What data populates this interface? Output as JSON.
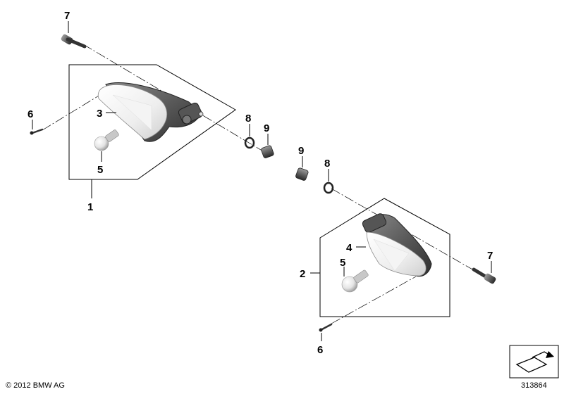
{
  "callouts": {
    "group_upper": "1",
    "group_lower": "2",
    "lens_upper": "3",
    "lens_lower": "4",
    "bulb_upper": "5",
    "bulb_lower": "5",
    "small_screw_upper": "6",
    "small_screw_lower": "6",
    "bolt_upper": "7",
    "bolt_lower": "7",
    "washer_upper": "8",
    "washer_lower": "8",
    "nut_upper": "9",
    "nut_lower": "9"
  },
  "footer": {
    "copyright": "© 2012 BMW AG",
    "diagram_number": "313864"
  },
  "icons": {
    "nav_arrow": "return-arrow-icon"
  }
}
